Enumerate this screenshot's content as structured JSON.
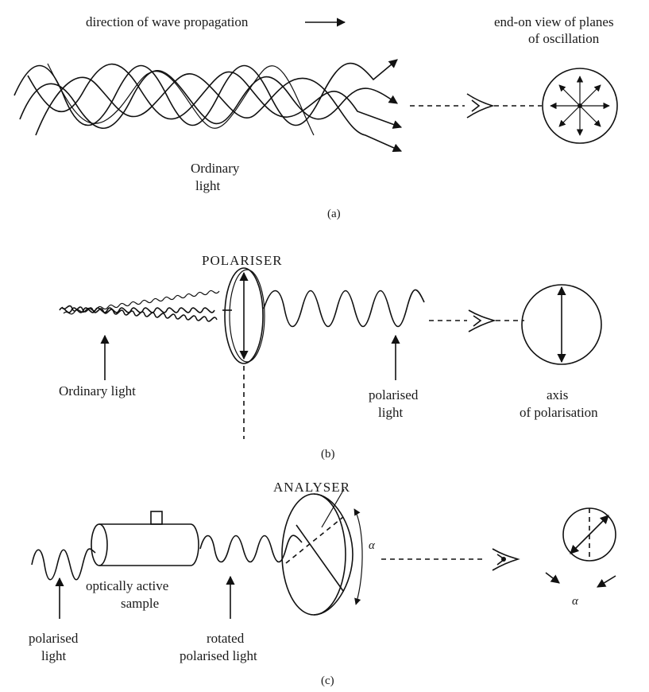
{
  "panel_a": {
    "direction_label": "direction of wave propagation",
    "end_view_label_line1": "end-on view of planes",
    "end_view_label_line2": "of oscillation",
    "ordinary_light_line1": "Ordinary",
    "ordinary_light_line2": "light",
    "caption": "(a)"
  },
  "panel_b": {
    "polariser_label": "POLARISER",
    "ordinary_light_label": "Ordinary light",
    "polarised_light_line1": "polarised",
    "polarised_light_line2": "light",
    "axis_line1": "axis",
    "axis_line2": "of polarisation",
    "caption": "(b)"
  },
  "panel_c": {
    "analyser_label": "ANALYSER",
    "alpha_symbol": "α",
    "sample_line1": "optically active",
    "sample_line2": "sample",
    "polarised_light_line1": "polarised",
    "polarised_light_line2": "light",
    "rotated_line1": "rotated",
    "rotated_line2": "polarised light",
    "caption": "(c)"
  }
}
